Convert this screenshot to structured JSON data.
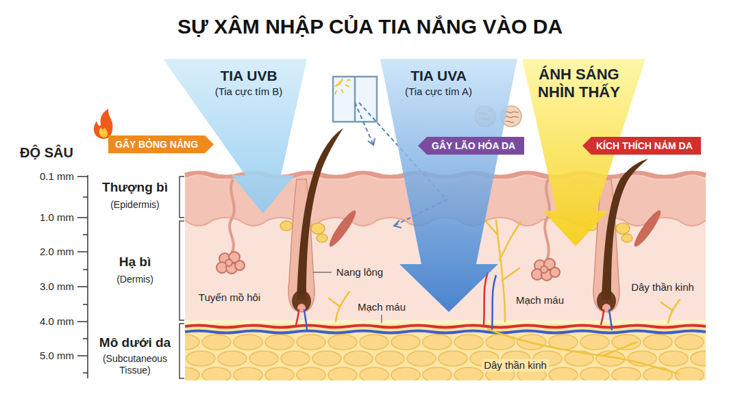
{
  "diagram": {
    "title": "SỰ XÂM NHẬP CỦA TIA NẮNG VÀO DA",
    "nodes": [
      {
        "text": [
          "TIA UVB",
          "(Tia cực tím B)"
        ]
      },
      {
        "text": [
          "GÂY BỎNG NẮNG"
        ]
      },
      {
        "text": [
          "TIA UVA",
          "(Tia cực tím A)"
        ]
      },
      {
        "text": [
          "GÂY LÃO HÓA DA"
        ]
      },
      {
        "text": [
          "ÁNH SÁNG NHÌN THẤY"
        ]
      },
      {
        "text": [
          "KÍCH THÍCH NÁM DA"
        ]
      }
    ],
    "labels": [
      "ĐỘ SÂU",
      "0.1 mm",
      "1.0 mm",
      "2.0 mm",
      "3.0 mm",
      "4.0 mm",
      "5.0 mm",
      "Thượng bì",
      "(Epidermis)",
      "Hạ bì",
      "(Dermis)",
      "Mô dưới da",
      "(Subcutaneous Tissue)",
      "Nang lông",
      "Tuyến mồ hôi",
      "Mạch máu",
      "Mạch máu",
      "Dây thần kinh",
      "Dây thần kinh"
    ]
  }
}
